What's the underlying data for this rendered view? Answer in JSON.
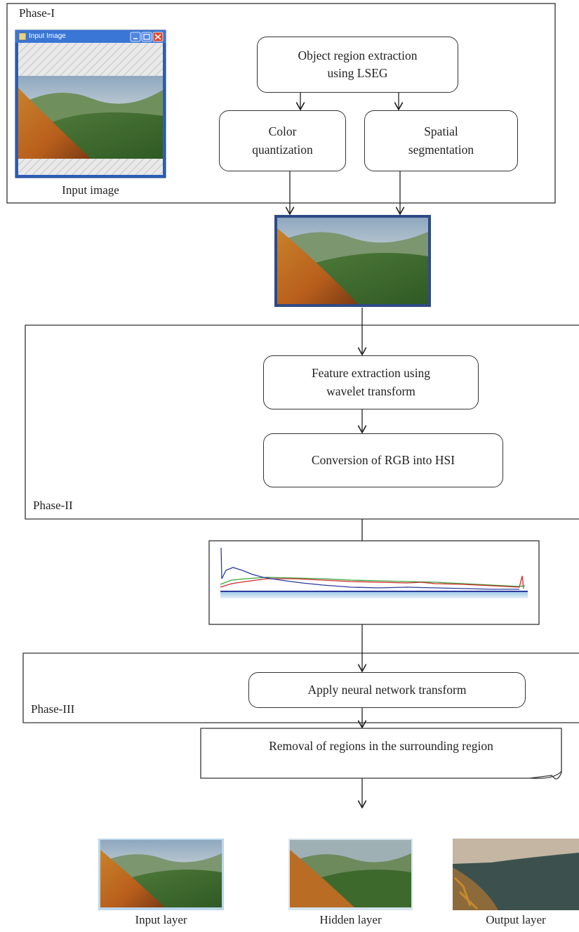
{
  "phase1": {
    "label": "Phase-I",
    "input_window_title": "Input Image",
    "input_caption": "Input image",
    "top_box": "Object region extraction using LSEG",
    "left_box": "Color quantization",
    "right_box": "Spatial segmentation"
  },
  "phase2": {
    "label": "Phase-II",
    "box1": "Feature extraction using wavelet transform",
    "box2": "Conversion of RGB into HSI"
  },
  "phase3": {
    "label": "Phase-III",
    "box1": "Apply neural network transform",
    "box2": "Removal of regions in the surrounding region"
  },
  "layers": {
    "input": "Input layer",
    "hidden": "Hidden layer",
    "output": "Output layer"
  },
  "histogram_colors": {
    "blue": "#2b3c9e",
    "red": "#d12b2b",
    "green": "#3aa23a"
  }
}
